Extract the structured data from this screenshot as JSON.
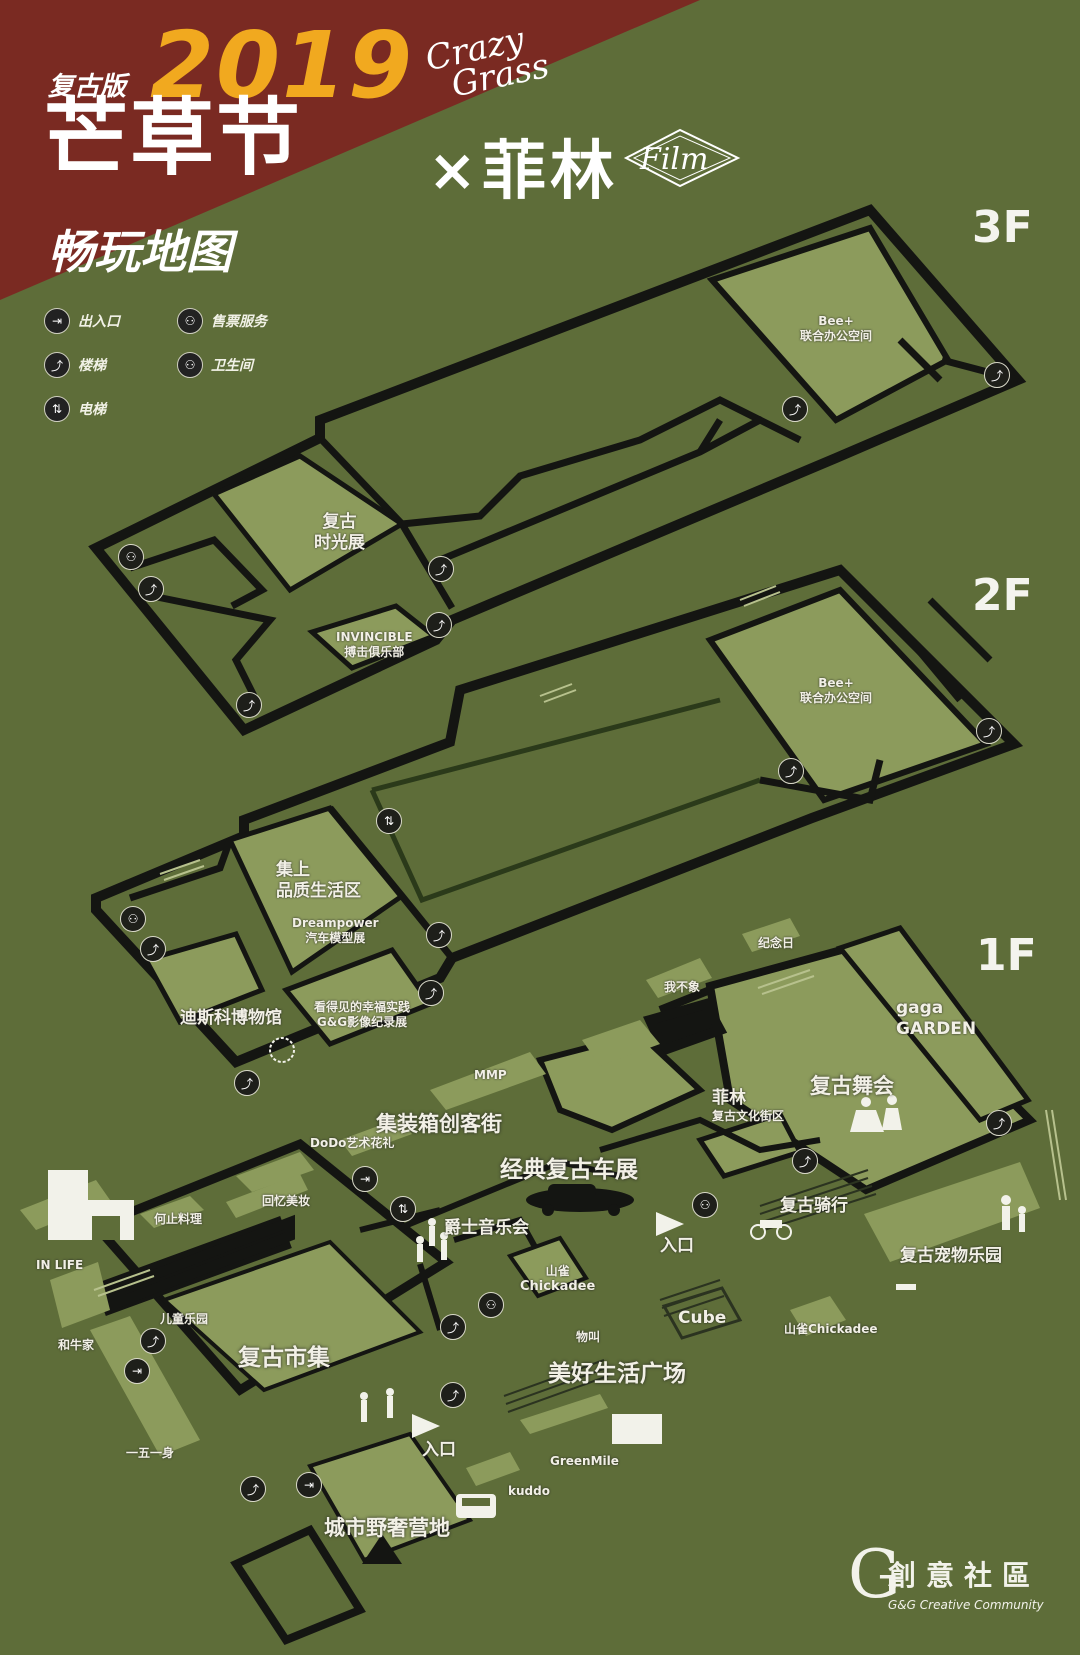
{
  "header": {
    "edition": "复古版",
    "year": "2019",
    "crazy": "Crazy",
    "grass": "Grass",
    "festival": "芒草节",
    "times": "×",
    "partner": "菲林",
    "film_badge": "Film",
    "subtitle": "畅玩地图"
  },
  "legend": [
    {
      "icon": "exit-icon",
      "glyph": "⇥",
      "label": "出入口"
    },
    {
      "icon": "ticket-service-icon",
      "glyph": "⚇",
      "label": "售票服务"
    },
    {
      "icon": "stairs-icon",
      "glyph": "⤴",
      "label": "楼梯"
    },
    {
      "icon": "restroom-icon",
      "glyph": "⚇",
      "label": "卫生间"
    },
    {
      "icon": "elevator-icon",
      "glyph": "⇅",
      "label": "电梯"
    }
  ],
  "floors": {
    "f3": "3F",
    "f2": "2F",
    "f1": "1F"
  },
  "labels": {
    "bee_3f_a": "Bee+",
    "bee_3f_b": "联合办公空间",
    "retro_time_a": "复古",
    "retro_time_b": "时光展",
    "invincible_a": "INVINCIBLE",
    "invincible_b": "搏击俱乐部",
    "bee_2f_a": "Bee+",
    "bee_2f_b": "联合办公空间",
    "jishang_a": "集上",
    "jishang_b": "品质生活区",
    "dreampower_a": "Dreampower",
    "dreampower_b": "汽车模型展",
    "discovery": "迪斯科博物馆",
    "happy_a": "看得见的幸福实践",
    "happy_b": "G&G影像纪录展",
    "jinianri": "纪念日",
    "wobuxiang": "我不象",
    "gaga_a": "gaga",
    "gaga_b": "GARDEN",
    "mmp": "MMP",
    "container_street": "集装箱创客街",
    "dodo": "DoDo艺术花礼",
    "feilin_a": "菲林",
    "feilin_b": "复古文化街区",
    "retro_dance": "复古舞会",
    "classic_car": "经典复古车展",
    "jazz": "爵士音乐会",
    "retro_ride": "复古骑行",
    "entrance_1": "入口",
    "entrance_2": "入口",
    "pet_park": "复古宠物乐园",
    "inlife": "IN LIFE",
    "hezhi": "何止料理",
    "huiyi": "回忆美妆",
    "kids": "儿童乐园",
    "retro_market": "复古市集",
    "shanque_a": "山雀",
    "shanque_b": "Chickadee",
    "cube": "Cube",
    "shanque_right": "山雀Chickadee",
    "heniu": "和牛家",
    "yushan": "物叫",
    "good_life": "美好生活广场",
    "yiwuyi": "一五一身",
    "greenmile": "GreenMile",
    "kuddo": "kuddo",
    "camp": "城市野奢营地"
  },
  "brand": {
    "glyph": "G",
    "name_cn": "創意社區",
    "name_en": "G&G Creative Community"
  },
  "colors": {
    "background": "#5e6d39",
    "banner": "#7a2a22",
    "year": "#f1a91f",
    "zone": "#8c9b5c",
    "wall": "#141512"
  }
}
